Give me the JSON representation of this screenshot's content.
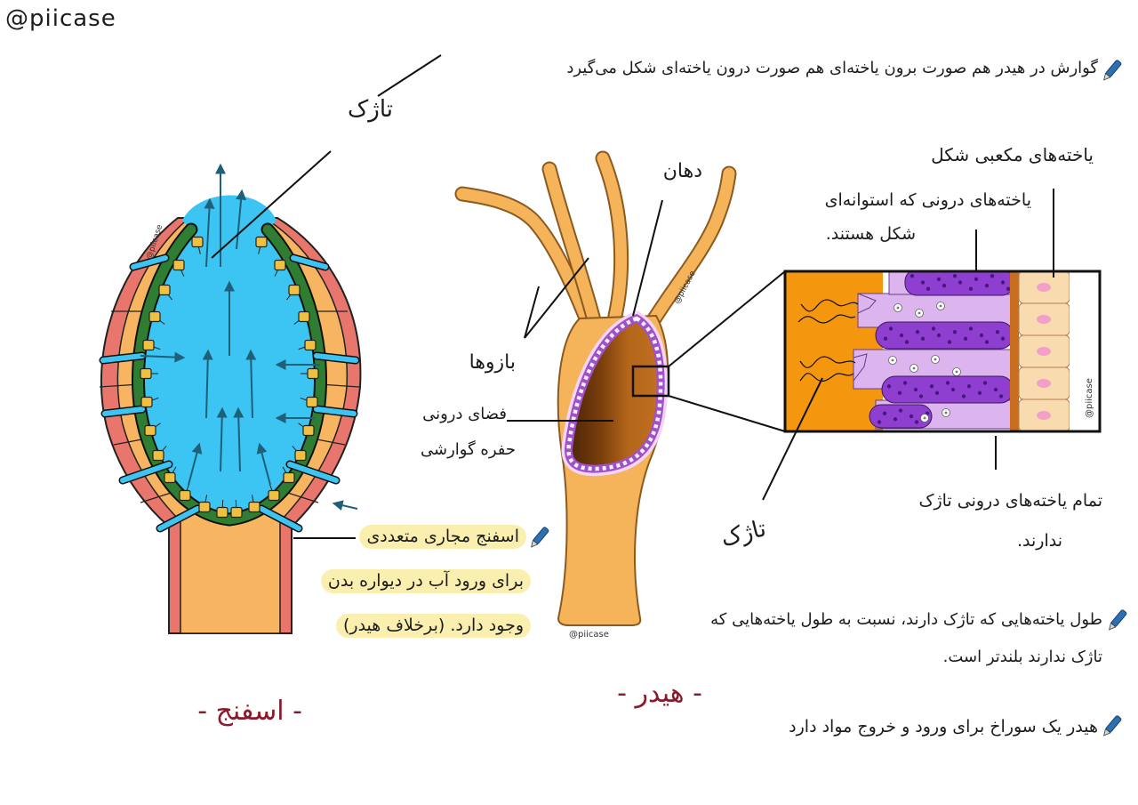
{
  "handle": "@piicase",
  "drawing_watermark": "@piicase",
  "sponge": {
    "flagellum_label": "تاژک",
    "note": [
      "اسفنج مجاری متعددی",
      "برای ورود آب در دیواره بدن",
      "وجود دارد. (برخلاف هیدر)"
    ],
    "title": "- اسفنج -"
  },
  "hydra": {
    "mouth_label": "دهان",
    "arms_label": "بازوها",
    "cavity_label": [
      "فضای درونی",
      "حفره گوارشی"
    ],
    "flagellum_label": "تاژک",
    "cuboidal_label": "یاخته‌های مکعبی شکل",
    "columnar_label": [
      "یاخته‌های درونی که استوانه‌ای",
      "شکل هستند."
    ],
    "not_all_label": [
      "تمام یاخته‌های درونی تاژک",
      "ندارند."
    ],
    "title": "- هیدر -"
  },
  "notes": {
    "digestion": "گوارش در هیدر هم صورت برون یاخته‌ای هم صورت درون یاخته‌ای شکل می‌گیرد",
    "length": [
      "طول یاخته‌هایی که تاژک دارند، نسبت به طول یاخته‌هایی که",
      "تاژک ندارند بلندتر است."
    ],
    "opening": "هیدر یک سوراخ برای ورود و خروج مواد دارد"
  },
  "icons": [
    "pen-icon",
    "arrow-icon"
  ],
  "colors": {
    "title": "#8b1a2b",
    "highlight": "#fbefb0",
    "sponge_cavity": "#3cc4f2",
    "sponge_wall": "#f7b562",
    "sponge_outer": "#e8766c",
    "collar_ring": "#2e7d32",
    "hydra_body": "#f5b45a",
    "dark_cell": "#8e3fcf",
    "light_cell": "#dcb5ee",
    "pen": "#2d6fb3"
  }
}
